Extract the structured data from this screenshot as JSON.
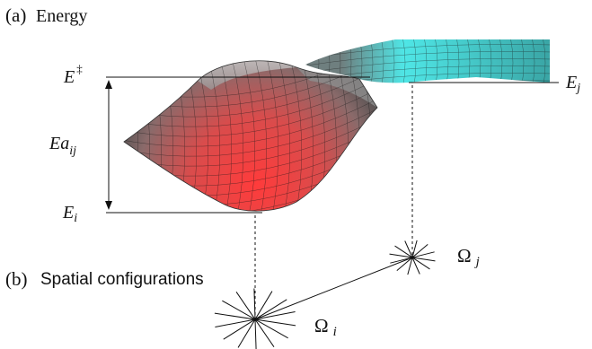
{
  "panel_a": {
    "label": "(a)",
    "title": "Energy"
  },
  "panel_b": {
    "label": "(b)",
    "title": "Spatial configurations"
  },
  "energy_levels": {
    "transition": {
      "symbol": "E",
      "superscript": "‡"
    },
    "initial": {
      "symbol": "E",
      "subscript": "i"
    },
    "final": {
      "symbol": "E",
      "subscript": "j"
    }
  },
  "activation": {
    "symbol": "Ea",
    "subscript": "ij"
  },
  "configurations": {
    "i": {
      "symbol": "Ω",
      "subscript": "i"
    },
    "j": {
      "symbol": "Ω",
      "subscript": "j"
    }
  },
  "colors": {
    "surface_low": "#ff3b3b",
    "surface_mid": "#7a6a6a",
    "surface_high": "#4fe6e6",
    "mesh": "#1a1a1a",
    "lines": "#111111"
  },
  "icons": {
    "configuration_marker": "star-burst"
  }
}
